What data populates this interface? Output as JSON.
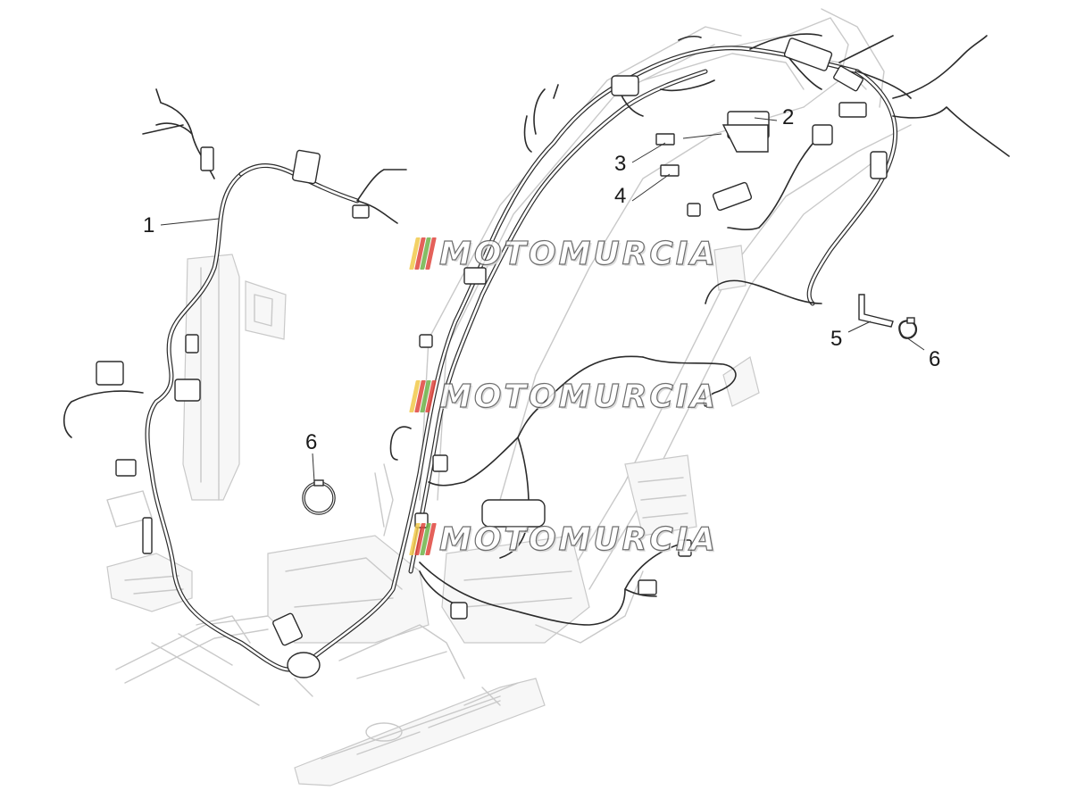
{
  "callouts": [
    {
      "id": "1",
      "text": "1"
    },
    {
      "id": "2",
      "text": "2"
    },
    {
      "id": "3",
      "text": "3"
    },
    {
      "id": "4",
      "text": "4"
    },
    {
      "id": "5",
      "text": "5"
    },
    {
      "id": "6a",
      "text": "6"
    },
    {
      "id": "6b",
      "text": "6"
    }
  ],
  "watermark": {
    "text": "MOTOMURCIA",
    "flag_colors": [
      "#f2c94c",
      "#e0463e",
      "#6fb34a",
      "#e0463e"
    ]
  },
  "colors": {
    "frame": "#c9c9c9",
    "harness": "#2b2b2b",
    "background": "#ffffff"
  }
}
